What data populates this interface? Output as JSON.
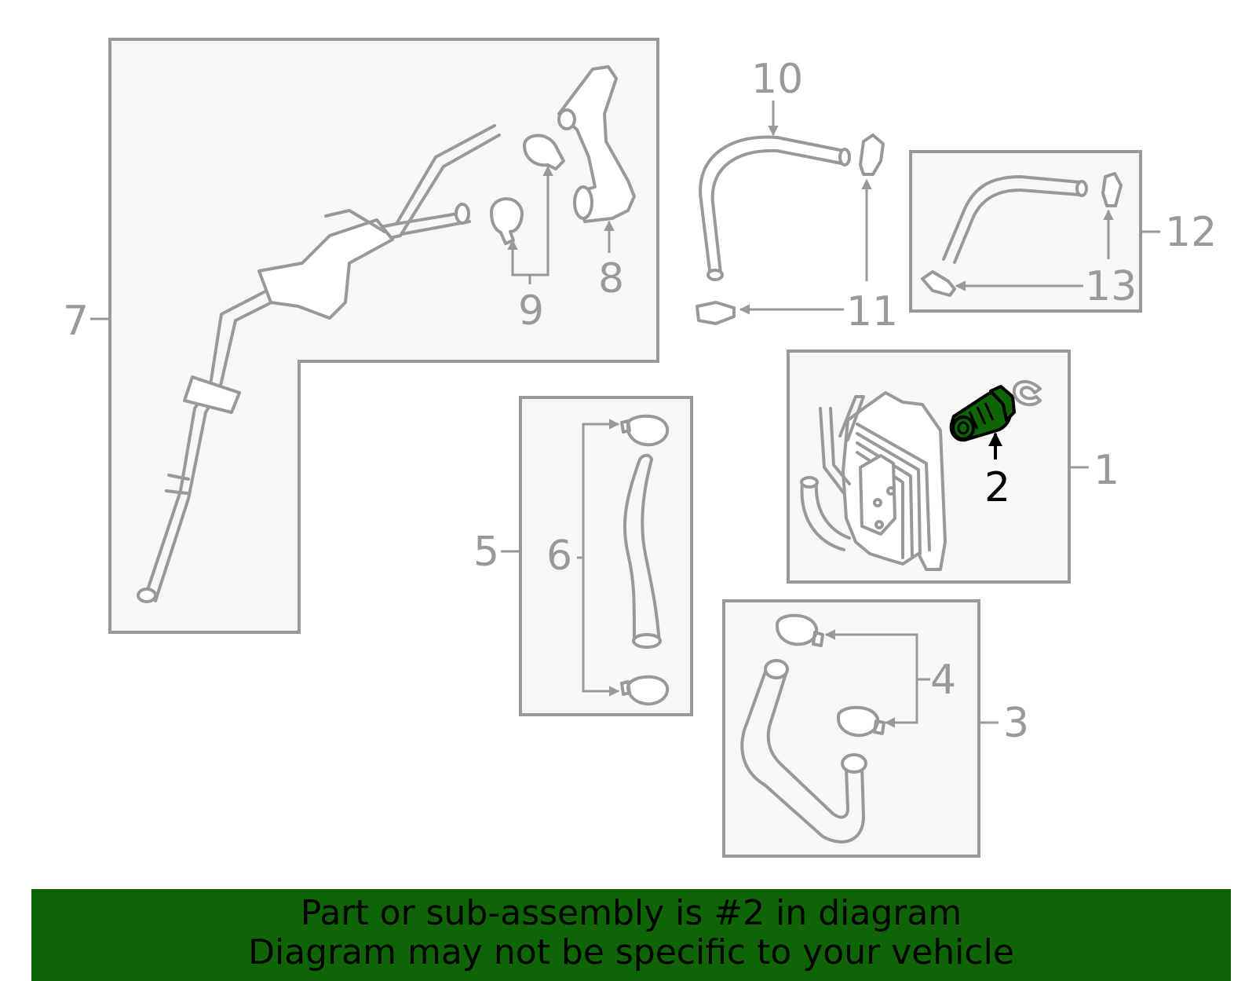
{
  "callouts": {
    "c1": "1",
    "c2": "2",
    "c3": "3",
    "c4": "4",
    "c5": "5",
    "c6": "6",
    "c7": "7",
    "c8": "8",
    "c9": "9",
    "c10": "10",
    "c11": "11",
    "c12": "12",
    "c13": "13"
  },
  "highlighted_part": "2",
  "colors": {
    "highlight": "#0f6406",
    "line": "#999999",
    "box_fill": "#f7f7f7"
  },
  "banner": {
    "line1": "Part or sub-assembly is #2 in diagram",
    "line2": "Diagram may not be specific to your vehicle"
  }
}
